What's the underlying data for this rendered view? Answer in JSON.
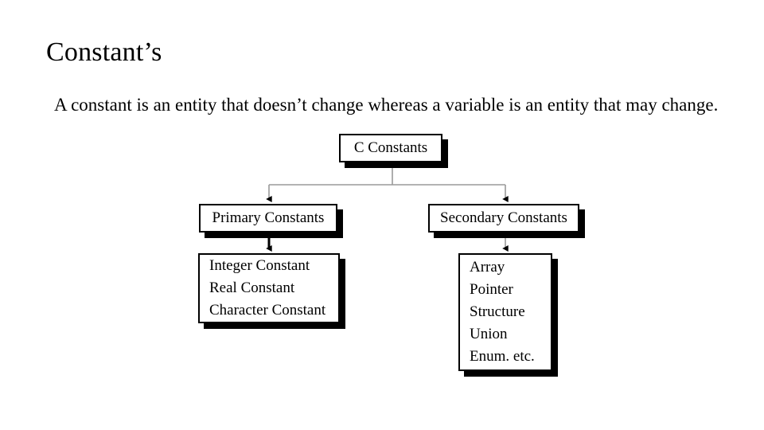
{
  "slide": {
    "title": "Constant’s",
    "body_text": "A constant is an entity that doesn’t change whereas a variable is an entity that may change.",
    "background_color": "#ffffff",
    "text_color": "#000000"
  },
  "diagram": {
    "type": "hierarchy-tree",
    "connector_color_light": "#9a9a9a",
    "connector_color_dark": "#000000",
    "node_border_color": "#000000",
    "node_fill_color": "#ffffff",
    "node_shadow_color": "#000000",
    "nodes": {
      "root": {
        "label": "C Constants"
      },
      "primary": {
        "label": "Primary Constants"
      },
      "secondary": {
        "label": "Secondary Constants"
      },
      "primary_list": {
        "items": [
          "Integer Constant",
          "Real Constant",
          "Character Constant"
        ]
      },
      "secondary_list": {
        "items": [
          "Array",
          "Pointer",
          "Structure",
          "Union",
          "Enum. etc."
        ]
      }
    },
    "edges": [
      {
        "from": "root",
        "to": "primary"
      },
      {
        "from": "root",
        "to": "secondary"
      },
      {
        "from": "primary",
        "to": "primary_list"
      },
      {
        "from": "secondary",
        "to": "secondary_list"
      }
    ]
  }
}
